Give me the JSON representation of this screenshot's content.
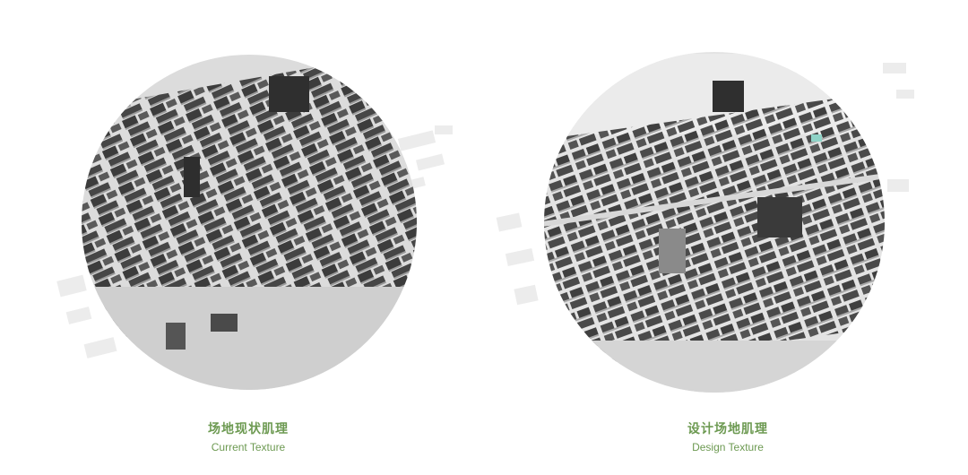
{
  "panels": [
    {
      "title_cn": "场地现状肌理",
      "title_en": "Current Texture"
    },
    {
      "title_cn": "设计场地肌理",
      "title_en": "Design Texture"
    }
  ],
  "colors": {
    "caption": "#6d9a52",
    "disc": "#dcdcdc",
    "building_dark": "#3c3c3c",
    "building_mid": "#5a5a5a",
    "building_light": "#bdbdbd",
    "water": "#8fd3c7"
  }
}
